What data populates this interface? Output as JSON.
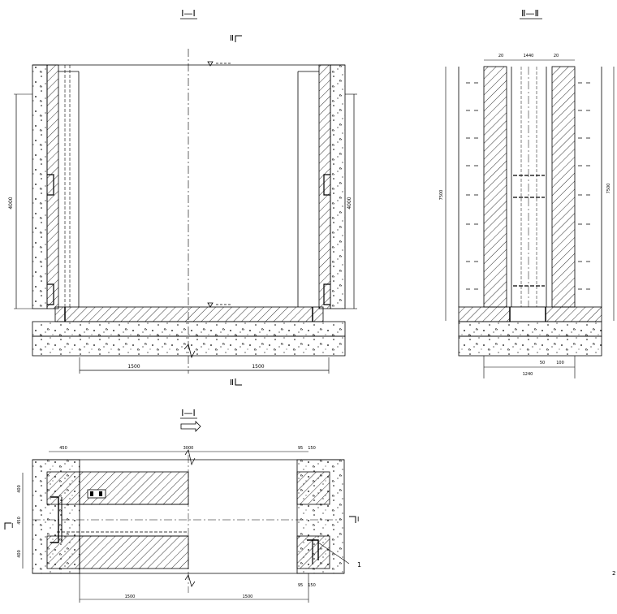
{
  "sections": {
    "elevation_title": "Ⅰ—Ⅰ",
    "section_two_title": "Ⅱ—Ⅱ",
    "plan_title": "Ⅰ—Ⅰ",
    "cut_mark_top": "Ⅱ",
    "cut_mark_bottom": "Ⅱ",
    "cut_mark_left": "Ⅰ",
    "cut_mark_right": "Ⅰ"
  },
  "callouts": {
    "leader_1": "1",
    "page_mark": "2"
  },
  "dims": {
    "elev_bottom_left": "1500",
    "elev_bottom_right": "1500",
    "elev_left_height": "4000",
    "elev_right_height": "4000",
    "sec2_top_mid": "1440",
    "sec2_top_left": "20",
    "sec2_top_right": "20",
    "sec2_left_height": "7500",
    "sec2_right_height": "7500",
    "sec2_bottom": "1240",
    "sec2_bottom_a": "50",
    "sec2_bottom_b": "100",
    "plan_top_mid": "3000",
    "plan_top_left": "450",
    "plan_top_right_a": "95",
    "plan_top_right_b": "150",
    "plan_left_top": "400",
    "plan_left_mid": "450",
    "plan_left_bottom": "400",
    "plan_bottom_left": "1500",
    "plan_bottom_right": "1500",
    "plan_bottom_right_a": "95",
    "plan_bottom_right_b": "150"
  }
}
